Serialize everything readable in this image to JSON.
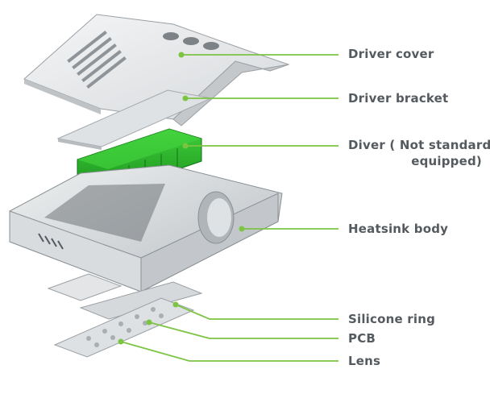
{
  "diagram": {
    "title": "",
    "labels": [
      {
        "id": "driver-cover",
        "text": "Driver cover"
      },
      {
        "id": "driver-bracket",
        "text": "Driver bracket"
      },
      {
        "id": "diver-line1",
        "text": "Diver ( Not standard"
      },
      {
        "id": "diver-line2",
        "text": "equipped)"
      },
      {
        "id": "heatsink-body",
        "text": "Heatsink body"
      },
      {
        "id": "silicone-ring",
        "text": "Silicone ring"
      },
      {
        "id": "pcb",
        "text": "PCB"
      },
      {
        "id": "lens",
        "text": "Lens"
      }
    ],
    "colors": {
      "leader": "#7cc443",
      "label_text": "#555a5f",
      "driver_green": "#2bb32b",
      "metal_light": "#e9ebec",
      "metal_mid": "#cfd3d6",
      "metal_dark": "#9aa0a5"
    }
  }
}
